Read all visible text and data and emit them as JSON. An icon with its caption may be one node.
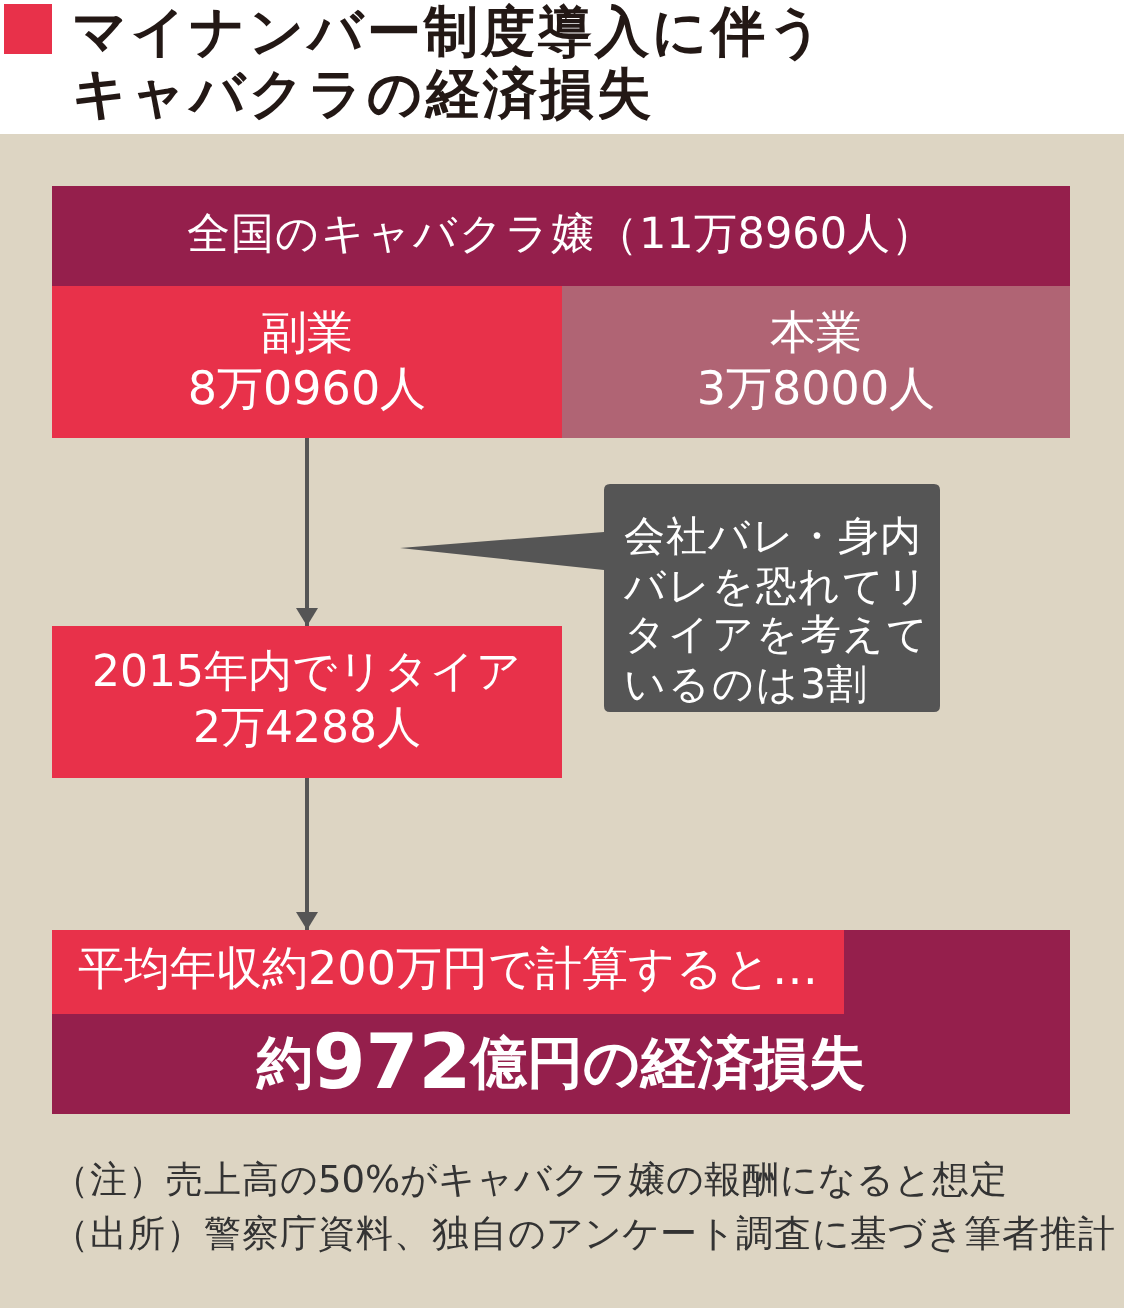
{
  "diagram": {
    "title": "マイナンバー制度導入に伴うキャバクラの経済損失",
    "nodes": [
      {
        "text": [
          "全国のキャバクラ嬢（11万8960人）"
        ]
      },
      {
        "text": [
          "副業",
          "8万0960人"
        ]
      },
      {
        "text": [
          "本業",
          "3万8000人"
        ]
      },
      {
        "text": [
          "会社バレ・身内バレを恐れてリタイアを考えているのは3割"
        ]
      },
      {
        "text": [
          "2015年内でリタイア",
          "2万4288人"
        ]
      },
      {
        "text": [
          "約**972**億円の経済損失"
        ]
      },
      {
        "text": [
          "平均年収約200万円で計算すると…"
        ],
        "in": 5
      }
    ],
    "edges": [
      {
        "from": 1,
        "to": 4,
        "arrow": "to"
      },
      {
        "from": 4,
        "to": 5,
        "arrow": "to"
      }
    ],
    "labels": [
      "（注）売上高の50%がキャバクラ嬢の報酬になると想定",
      "（出所）警察庁資料、独自のアンケート調査に基づき筆者推計"
    ]
  }
}
